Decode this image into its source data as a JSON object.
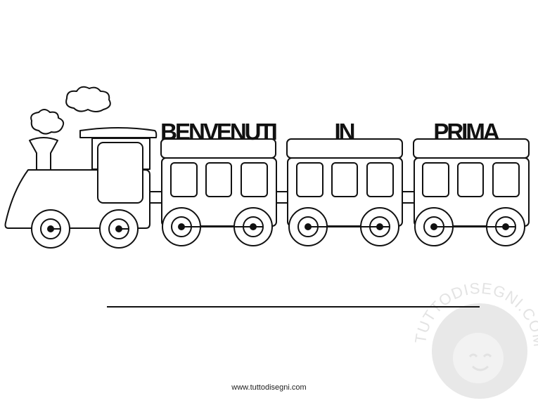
{
  "wagon_words": [
    "BENVENUTI",
    "IN",
    "PRIMA"
  ],
  "footer_url": "www.tuttodisegni.com",
  "watermark_text": "TUTTODISEGNI.COM",
  "colors": {
    "line": "#111111",
    "watermark": "#e6e6e6"
  }
}
